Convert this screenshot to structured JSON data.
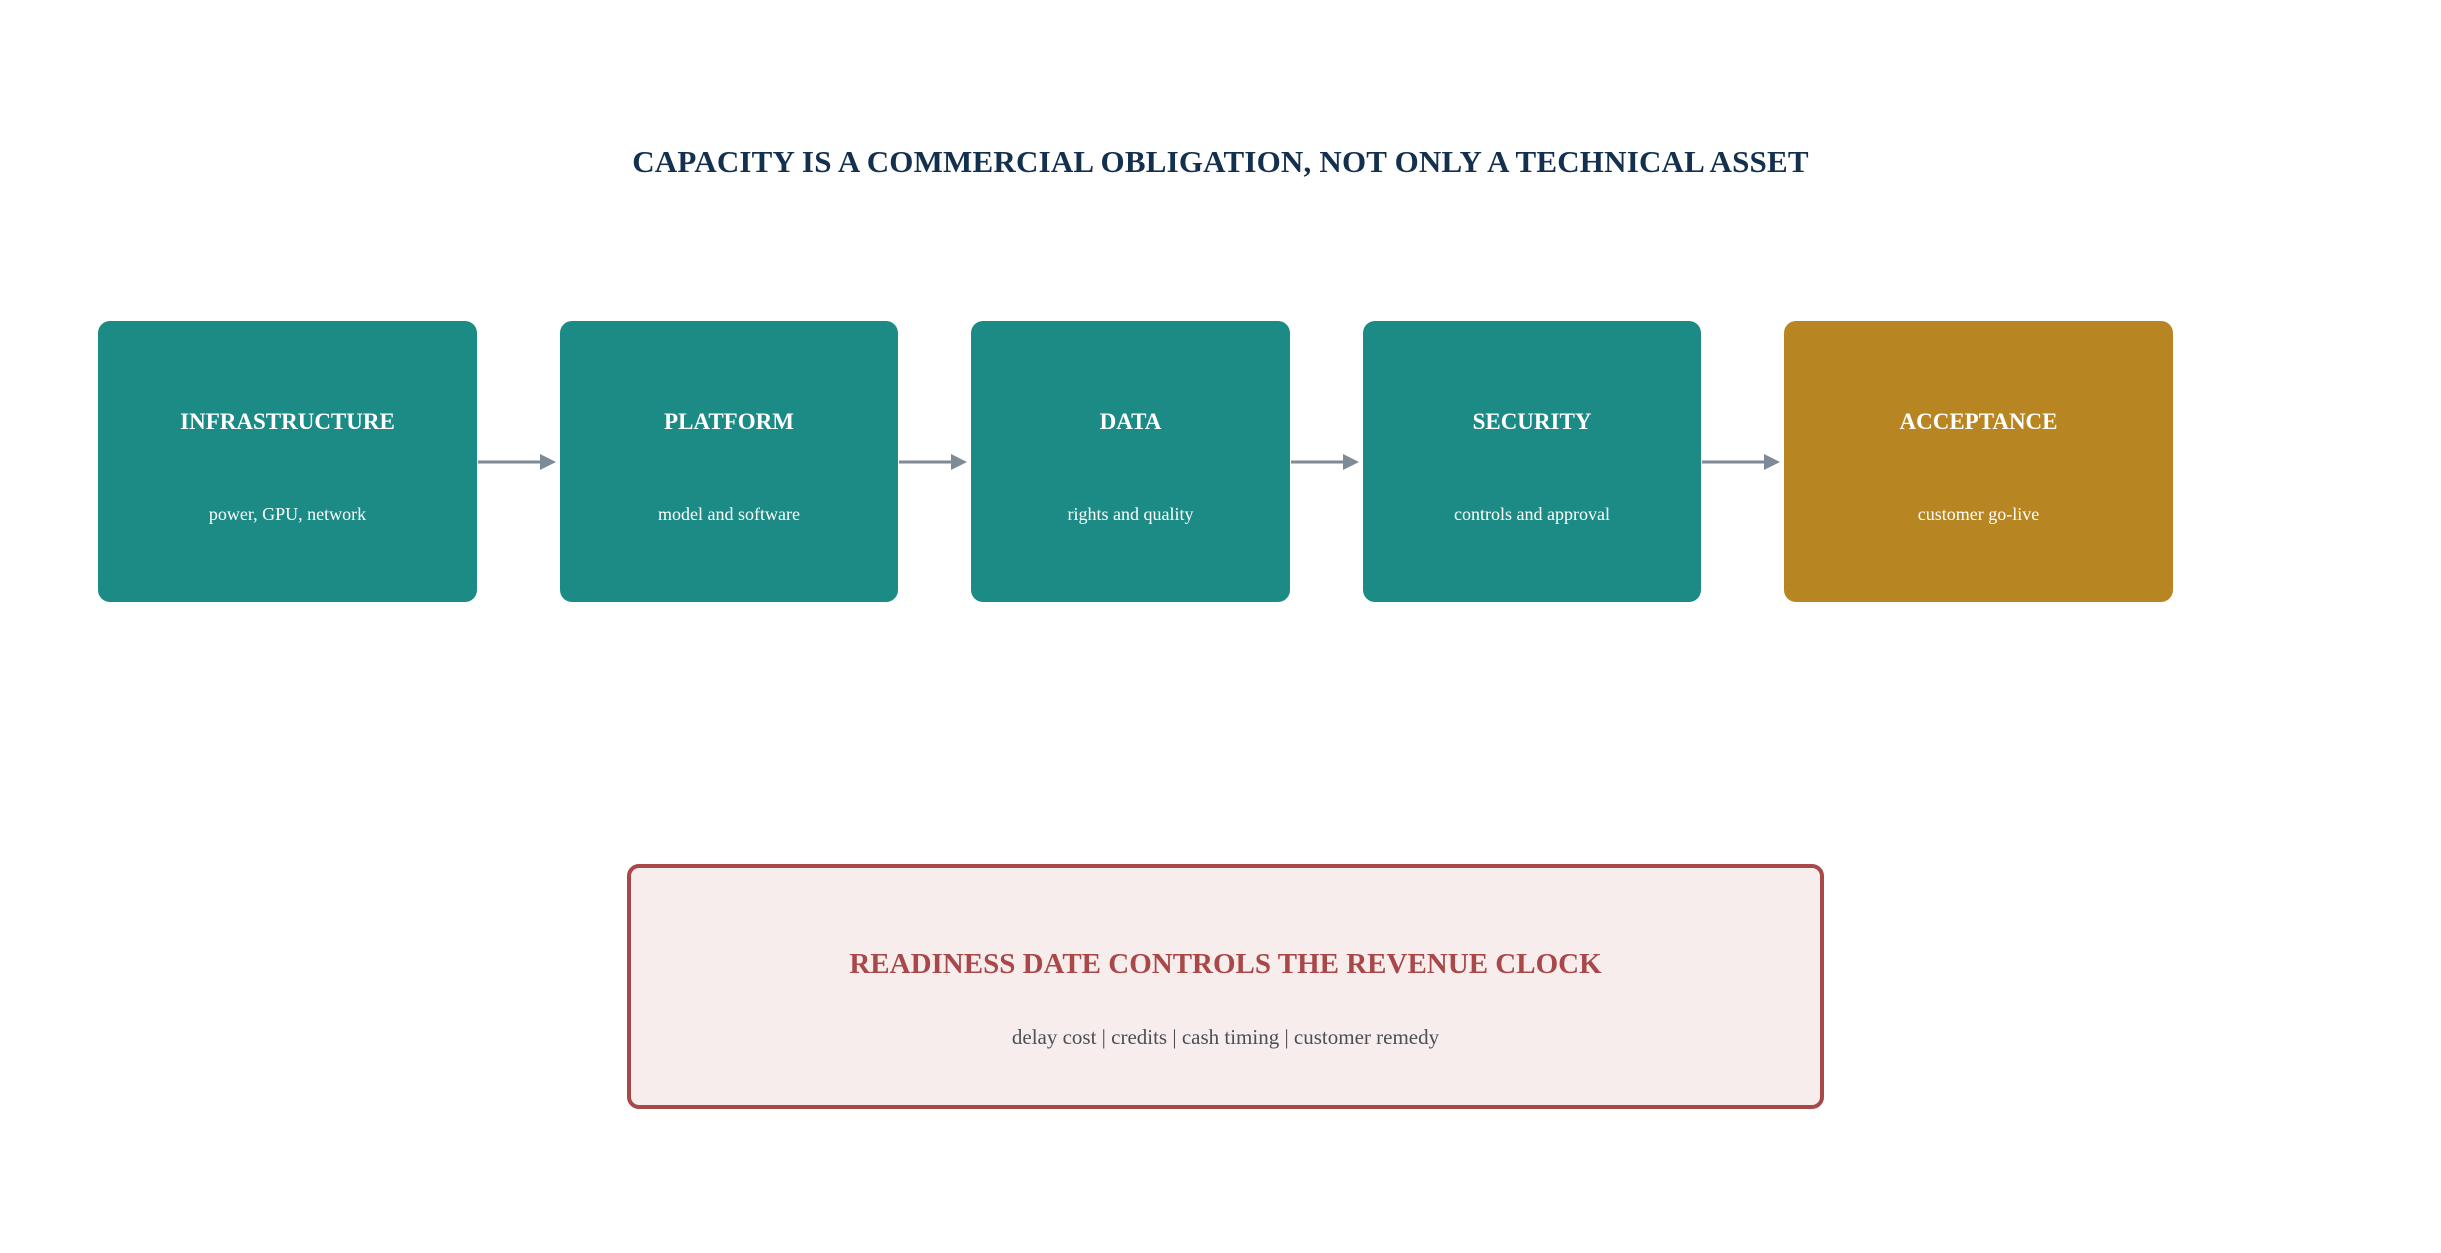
{
  "title": "CAPACITY IS A COMMERCIAL OBLIGATION, NOT ONLY A TECHNICAL ASSET",
  "stages": [
    {
      "title": "INFRASTRUCTURE",
      "subtitle": "power, GPU, network",
      "color": "#1c8b85"
    },
    {
      "title": "PLATFORM",
      "subtitle": "model and software",
      "color": "#1c8b85"
    },
    {
      "title": "DATA",
      "subtitle": "rights and quality",
      "color": "#1c8b85"
    },
    {
      "title": "SECURITY",
      "subtitle": "controls and approval",
      "color": "#1c8b85"
    },
    {
      "title": "ACCEPTANCE",
      "subtitle": "customer go-live",
      "color": "#b78622"
    }
  ],
  "callout": {
    "title": "READINESS DATE CONTROLS THE REVENUE CLOCK",
    "subtitle": "delay cost | credits | cash timing | customer remedy",
    "border_color": "#a84849",
    "background": "#f7eded"
  },
  "colors": {
    "title": "#14304f",
    "arrow": "#7f8a97"
  }
}
